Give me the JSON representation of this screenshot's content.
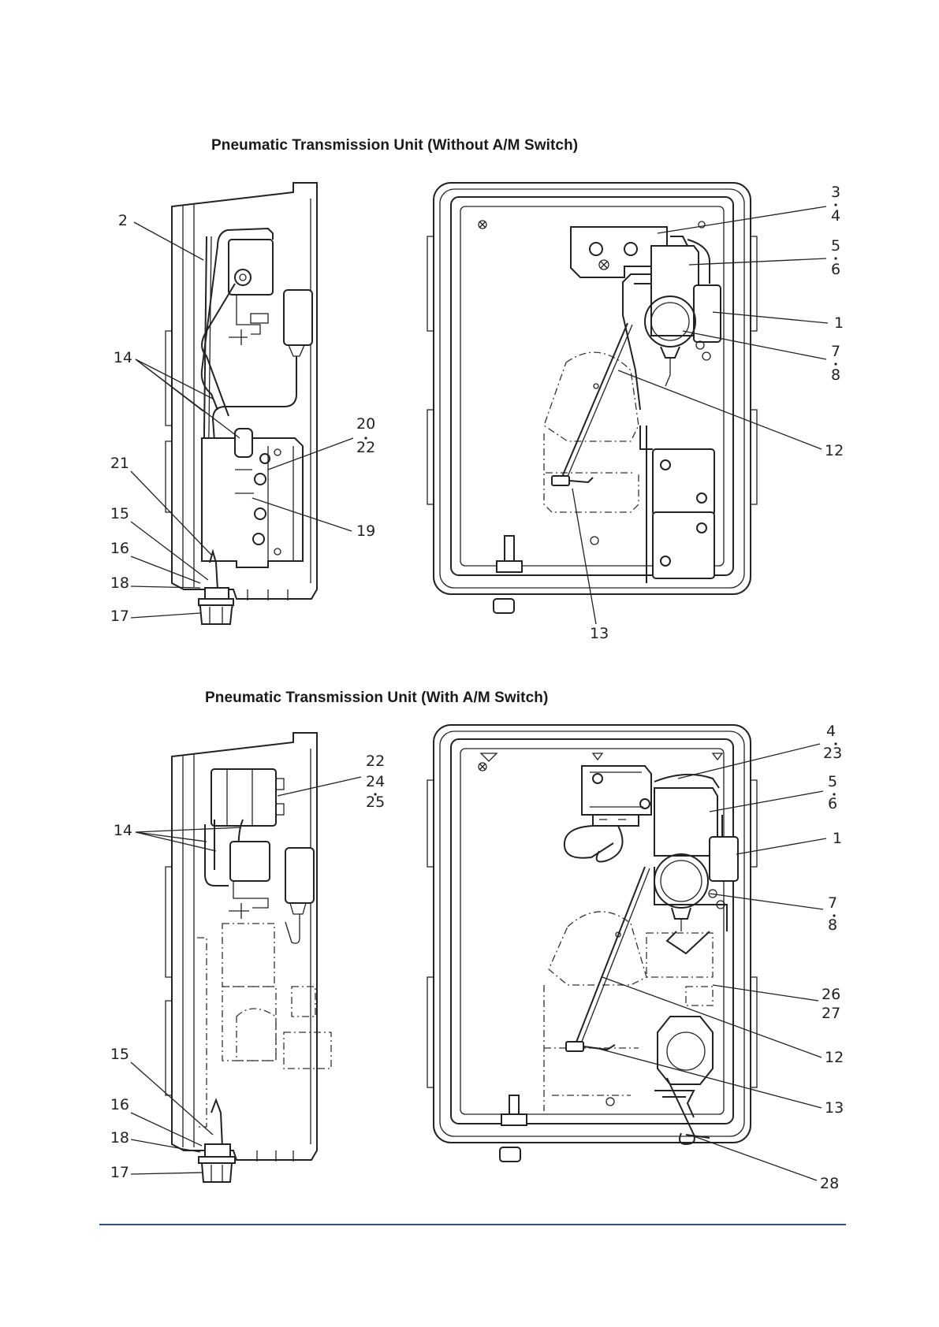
{
  "diagrams": [
    {
      "title": "Pneumatic Transmission Unit (Without A/M Switch)",
      "callouts": [
        {
          "id": "c2",
          "text": "2"
        },
        {
          "id": "c14",
          "text": "14"
        },
        {
          "id": "c21",
          "text": "21"
        },
        {
          "id": "c15",
          "text": "15"
        },
        {
          "id": "c16",
          "text": "16"
        },
        {
          "id": "c18",
          "text": "18"
        },
        {
          "id": "c17",
          "text": "17"
        },
        {
          "id": "c20",
          "text": "20"
        },
        {
          "id": "c22",
          "text": "22"
        },
        {
          "id": "c19",
          "text": "19"
        },
        {
          "id": "c3",
          "text": "3"
        },
        {
          "id": "c4",
          "text": "4"
        },
        {
          "id": "c5",
          "text": "5"
        },
        {
          "id": "c6",
          "text": "6"
        },
        {
          "id": "c1",
          "text": "1"
        },
        {
          "id": "c7",
          "text": "7"
        },
        {
          "id": "c8",
          "text": "8"
        },
        {
          "id": "c12",
          "text": "12"
        },
        {
          "id": "c13",
          "text": "13"
        }
      ]
    },
    {
      "title": "Pneumatic Transmission Unit (With A/M Switch)",
      "callouts": [
        {
          "id": "c22",
          "text": "22"
        },
        {
          "id": "c24",
          "text": "24"
        },
        {
          "id": "c25",
          "text": "25"
        },
        {
          "id": "c14",
          "text": "14"
        },
        {
          "id": "c15",
          "text": "15"
        },
        {
          "id": "c16",
          "text": "16"
        },
        {
          "id": "c18",
          "text": "18"
        },
        {
          "id": "c17",
          "text": "17"
        },
        {
          "id": "c4",
          "text": "4"
        },
        {
          "id": "c23",
          "text": "23"
        },
        {
          "id": "c5",
          "text": "5"
        },
        {
          "id": "c6",
          "text": "6"
        },
        {
          "id": "c1",
          "text": "1"
        },
        {
          "id": "c7",
          "text": "7"
        },
        {
          "id": "c8",
          "text": "8"
        },
        {
          "id": "c26",
          "text": "26"
        },
        {
          "id": "c27",
          "text": "27"
        },
        {
          "id": "c12",
          "text": "12"
        },
        {
          "id": "c13",
          "text": "13"
        },
        {
          "id": "c28",
          "text": "28"
        }
      ]
    }
  ],
  "colors": {
    "rule": "#2b4ea2",
    "ink": "#222222"
  }
}
